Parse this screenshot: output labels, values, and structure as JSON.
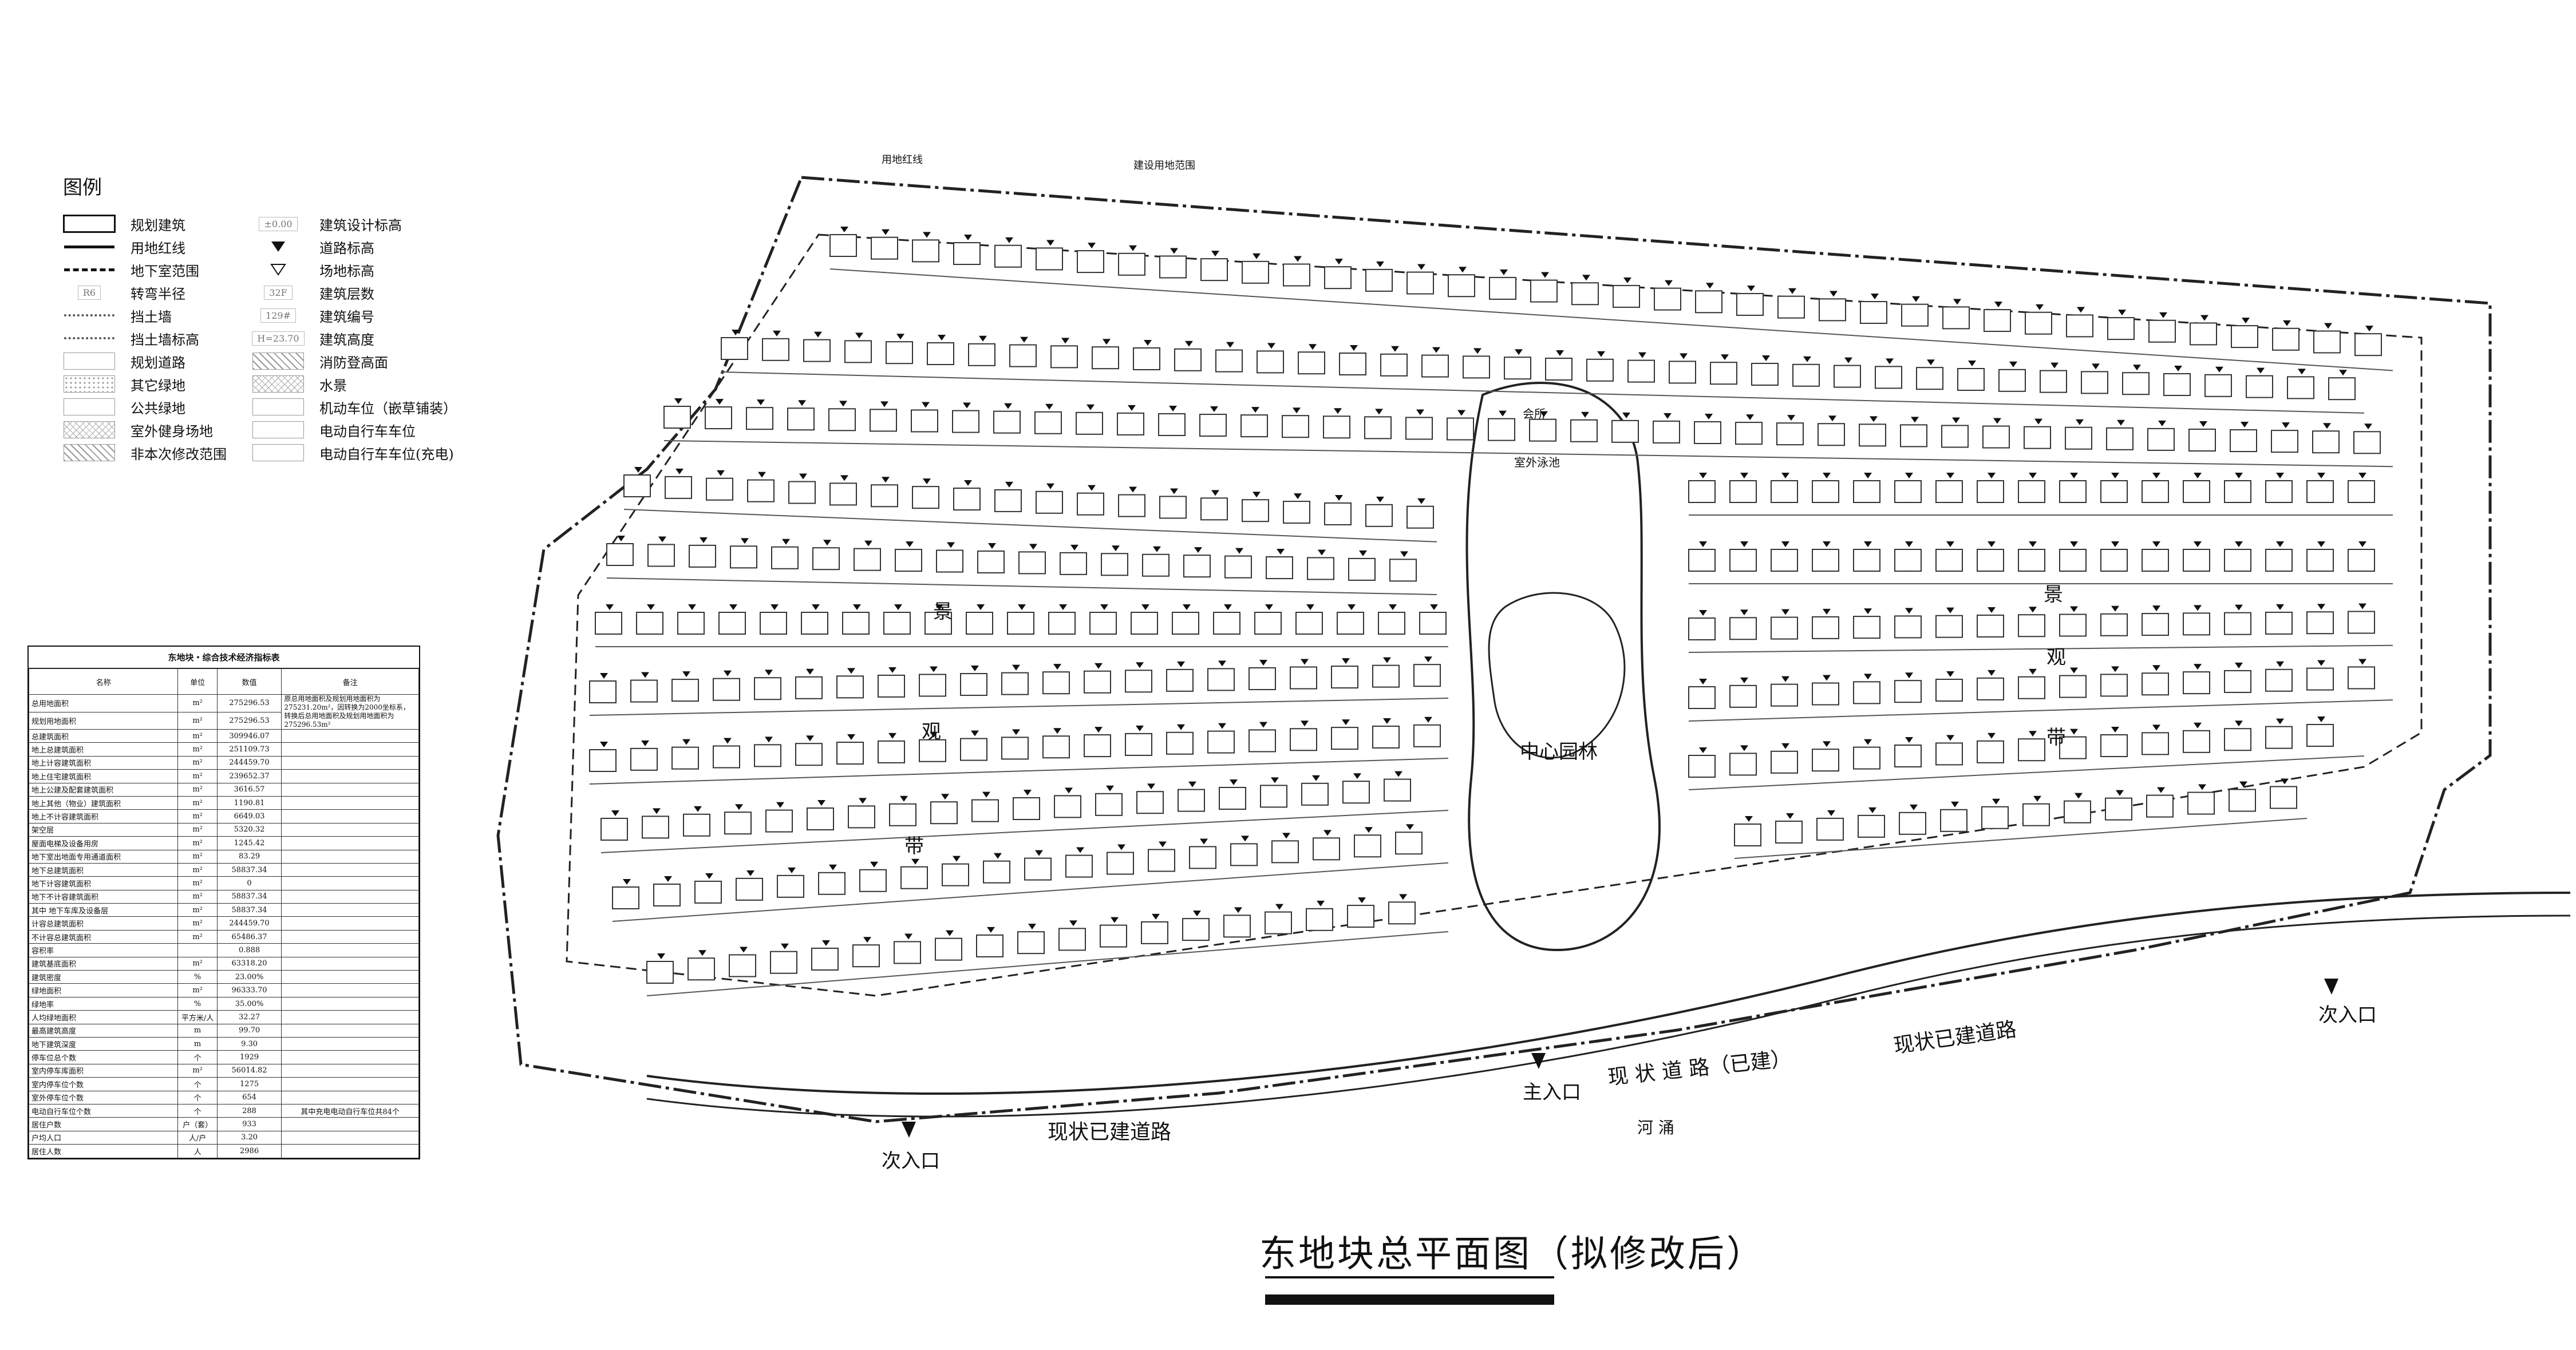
{
  "legend": {
    "title": "图例",
    "left": [
      {
        "label": "规划建筑",
        "icon": "box-icon"
      },
      {
        "label": "用地红线",
        "icon": "redline-icon"
      },
      {
        "label": "地下室范围",
        "icon": "basement-dash-icon"
      },
      {
        "label": "转弯半径",
        "icon": "turn-radius-icon",
        "sym": "R6"
      },
      {
        "label": "挡土墙",
        "icon": "retaining-wall-icon"
      },
      {
        "label": "挡土墙标高",
        "icon": "wall-elevation-icon"
      },
      {
        "label": "规划道路",
        "icon": "road-icon"
      },
      {
        "label": "其它绿地",
        "icon": "other-green-icon"
      },
      {
        "label": "公共绿地",
        "icon": "public-green-icon"
      },
      {
        "label": "室外健身场地",
        "icon": "fitness-icon"
      },
      {
        "label": "非本次修改范围",
        "icon": "hatch-icon"
      }
    ],
    "right": [
      {
        "label": "建筑设计标高",
        "icon": "design-elevation-icon",
        "sym": "±0.00"
      },
      {
        "label": "道路标高",
        "icon": "road-elevation-icon"
      },
      {
        "label": "场地标高",
        "icon": "site-elevation-icon"
      },
      {
        "label": "建筑层数",
        "icon": "floors-icon",
        "sym": "32F"
      },
      {
        "label": "建筑编号",
        "icon": "building-no-icon",
        "sym": "129#"
      },
      {
        "label": "建筑高度",
        "icon": "height-icon",
        "sym": "H=23.70"
      },
      {
        "label": "消防登高面",
        "icon": "fire-access-icon"
      },
      {
        "label": "水景",
        "icon": "water-icon"
      },
      {
        "label": "机动车位（嵌草铺装）",
        "icon": "car-park-icon"
      },
      {
        "label": "电动自行车车位",
        "icon": "ebike-icon"
      },
      {
        "label": "电动自行车车位(充电)",
        "icon": "ebike-charge-icon"
      }
    ]
  },
  "table": {
    "title": "东地块・综合技术经济指标表",
    "headers": [
      "名称",
      "单位",
      "数值",
      "备注"
    ],
    "note": "原总用地面积及规划用地面积为275231.20m²，因转换为2000坐标系，转换后总用地面积及规划用地面积为275296.53m²",
    "rows": [
      {
        "name": "总用地面积",
        "unit": "m²",
        "value": "275296.53"
      },
      {
        "name": "规划用地面积",
        "unit": "m²",
        "value": "275296.53"
      },
      {
        "name": "总建筑面积",
        "unit": "m²",
        "value": "309946.07"
      },
      {
        "name": "地上总建筑面积",
        "unit": "m²",
        "value": "251109.73"
      },
      {
        "name": "地上计容建筑面积",
        "unit": "m²",
        "value": "244459.70"
      },
      {
        "name": "地上住宅建筑面积",
        "unit": "m²",
        "value": "239652.37"
      },
      {
        "name": "地上公建及配套建筑面积",
        "unit": "m²",
        "value": "3616.57"
      },
      {
        "name": "地上其他（物业）建筑面积",
        "unit": "m²",
        "value": "1190.81"
      },
      {
        "name": "地上不计容建筑面积",
        "unit": "m²",
        "value": "6649.03"
      },
      {
        "name": "架空层",
        "unit": "m²",
        "value": "5320.32"
      },
      {
        "name": "屋面电梯及设备用房",
        "unit": "m²",
        "value": "1245.42"
      },
      {
        "name": "地下室出地面专用通道面积",
        "unit": "m²",
        "value": "83.29"
      },
      {
        "name": "地下总建筑面积",
        "unit": "m²",
        "value": "58837.34"
      },
      {
        "name": "地下计容建筑面积",
        "unit": "m²",
        "value": "0"
      },
      {
        "name": "地下不计容建筑面积",
        "unit": "m²",
        "value": "58837.34"
      },
      {
        "name": "其中 地下车库及设备层",
        "unit": "m²",
        "value": "58837.34"
      },
      {
        "name": "计容总建筑面积",
        "unit": "m²",
        "value": "244459.70"
      },
      {
        "name": "不计容总建筑面积",
        "unit": "m²",
        "value": "65486.37"
      },
      {
        "name": "容积率",
        "unit": "",
        "value": "0.888"
      },
      {
        "name": "建筑基底面积",
        "unit": "m²",
        "value": "63318.20"
      },
      {
        "name": "建筑密度",
        "unit": "%",
        "value": "23.00%"
      },
      {
        "name": "绿地面积",
        "unit": "m²",
        "value": "96333.70"
      },
      {
        "name": "绿地率",
        "unit": "%",
        "value": "35.00%"
      },
      {
        "name": "人均绿地面积",
        "unit": "平方米/人",
        "value": "32.27"
      },
      {
        "name": "最高建筑高度",
        "unit": "m",
        "value": "99.70"
      },
      {
        "name": "地下建筑深度",
        "unit": "m",
        "value": "9.30"
      },
      {
        "name": "停车位总个数",
        "unit": "个",
        "value": "1929"
      },
      {
        "name": "室内停车库面积",
        "unit": "m²",
        "value": "56014.82"
      },
      {
        "name": "室内停车位个数",
        "unit": "个",
        "value": "1275"
      },
      {
        "name": "室外停车位个数",
        "unit": "个",
        "value": "654"
      },
      {
        "name": "电动自行车位个数",
        "unit": "个",
        "value": "288",
        "note": "其中充电电动自行车位共84个"
      },
      {
        "name": "居住户数",
        "unit": "户（套）",
        "value": "933"
      },
      {
        "name": "户均人口",
        "unit": "人/户",
        "value": "3.20"
      },
      {
        "name": "居住人数",
        "unit": "人",
        "value": "2986"
      }
    ]
  },
  "plan": {
    "labels": {
      "central_garden": "中心园林",
      "main_entrance": "主入口",
      "sec_entrance_left": "次入口",
      "sec_entrance_right": "次入口",
      "road_existing_left": "现状已建道路",
      "road_existing_right": "现状已建道路",
      "road_existing_mid": "现 状 道 路（已建）",
      "river": "河  涌",
      "landscape_left": [
        "景",
        "观",
        "带"
      ],
      "landscape_right": [
        "景",
        "观",
        "带"
      ],
      "redline_tag": "用地红线",
      "site_boundary_tag": "建设用地范围",
      "pool": "室外泳池",
      "clubhouse": "会所"
    }
  },
  "title": "东地块总平面图（拟修改后）"
}
